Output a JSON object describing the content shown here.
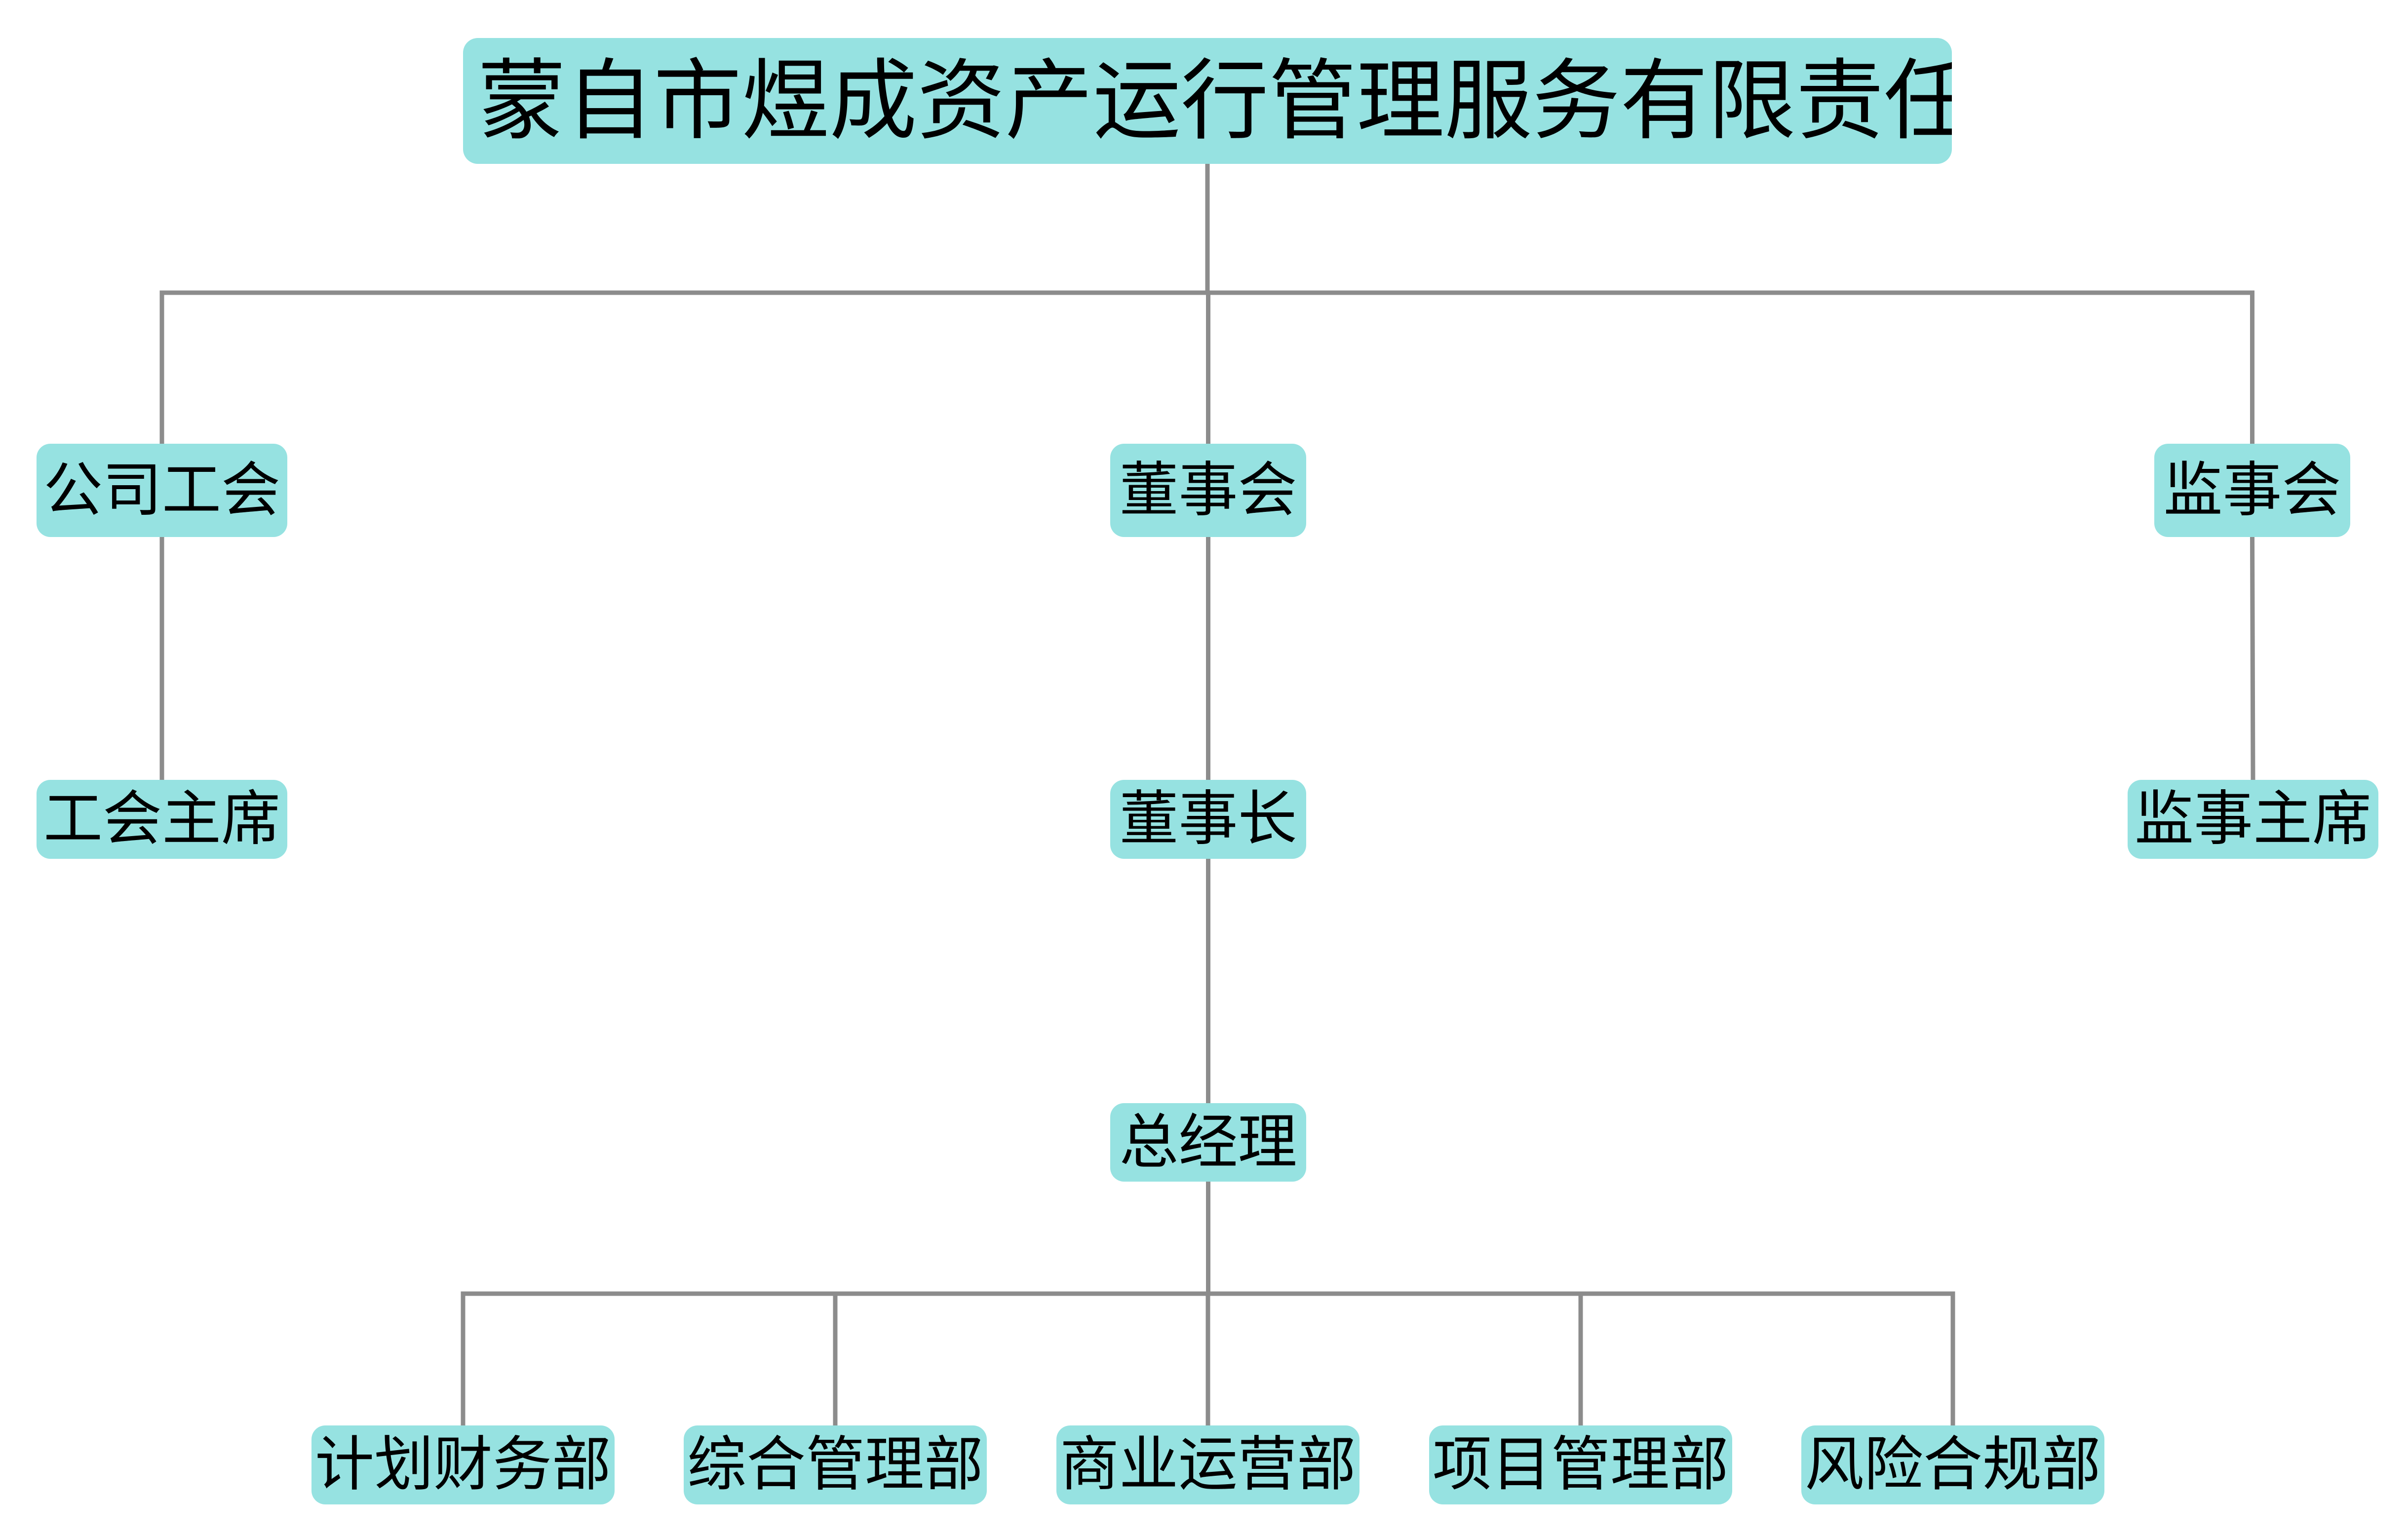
{
  "colors": {
    "node_fill": "#96e2e1",
    "connector": "#8c8c8c",
    "text": "#000000",
    "background": "#ffffff"
  },
  "nodes": {
    "root": "蒙自市煜成资产运行管理服务有限责任公司",
    "union": "公司工会",
    "board": "董事会",
    "supervisory_board": "监事会",
    "union_chair": "工会主席",
    "chairman": "董事长",
    "supervisory_chair": "监事主席",
    "general_manager": "总经理",
    "finance_dept": "计划财务部",
    "admin_dept": "综合管理部",
    "business_dept": "商业运营部",
    "project_dept": "项目管理部",
    "risk_dept": "风险合规部"
  },
  "edges": [
    [
      "root",
      "union"
    ],
    [
      "root",
      "board"
    ],
    [
      "root",
      "supervisory_board"
    ],
    [
      "union",
      "union_chair"
    ],
    [
      "board",
      "chairman"
    ],
    [
      "supervisory_board",
      "supervisory_chair"
    ],
    [
      "chairman",
      "general_manager"
    ],
    [
      "general_manager",
      "finance_dept"
    ],
    [
      "general_manager",
      "admin_dept"
    ],
    [
      "general_manager",
      "business_dept"
    ],
    [
      "general_manager",
      "project_dept"
    ],
    [
      "general_manager",
      "risk_dept"
    ]
  ]
}
